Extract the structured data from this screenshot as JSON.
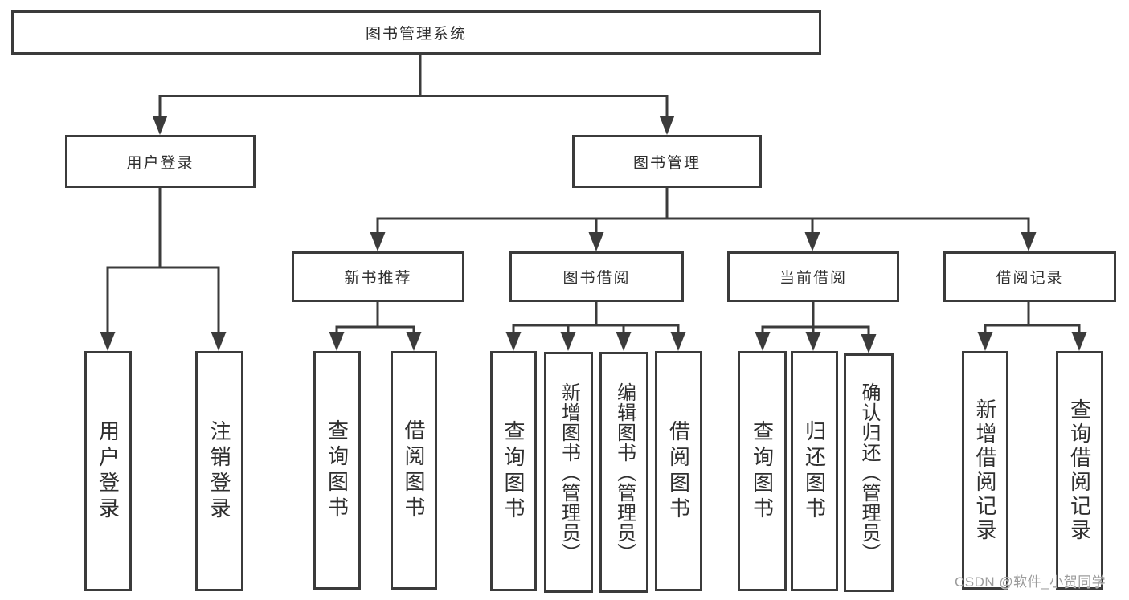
{
  "diagram": {
    "root": {
      "label": "图书管理系统"
    },
    "level2": [
      {
        "label": "用户登录",
        "children": [
          {
            "label": "用户登录"
          },
          {
            "label": "注销登录"
          }
        ]
      },
      {
        "label": "图书管理",
        "children": [
          {
            "label": "新书推荐",
            "children": [
              {
                "label": "查询图书"
              },
              {
                "label": "借阅图书"
              }
            ]
          },
          {
            "label": "图书借阅",
            "children": [
              {
                "label": "查询图书"
              },
              {
                "label": "新增图书（管理员）"
              },
              {
                "label": "编辑图书（管理员）"
              },
              {
                "label": "借阅图书"
              }
            ]
          },
          {
            "label": "当前借阅",
            "children": [
              {
                "label": "查询图书"
              },
              {
                "label": "归还图书"
              },
              {
                "label": "确认归还（管理员）"
              }
            ]
          },
          {
            "label": "借阅记录",
            "children": [
              {
                "label": "新增借阅记录"
              },
              {
                "label": "查询借阅记录"
              }
            ]
          }
        ]
      }
    ]
  },
  "watermark": {
    "text": "CSDN @软件_小贺同学"
  },
  "colors": {
    "line": "#3b3b3b",
    "box_border": "#3b3b3b",
    "text": "#2f2f2f",
    "watermark_text": "#9c9c9c",
    "background": "#ffffff"
  }
}
